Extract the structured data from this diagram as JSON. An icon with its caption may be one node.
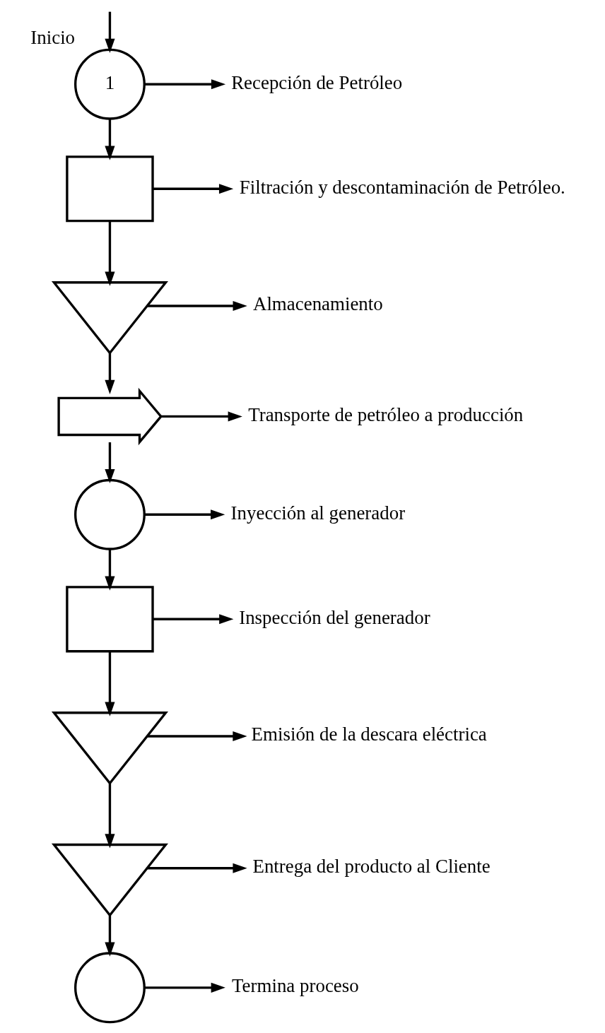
{
  "diagram": {
    "nodes": [
      {
        "text": [
          "1"
        ],
        "beside": [
          "Inicio"
        ]
      },
      {
        "text": [
          "Recepción de Petróleo"
        ]
      },
      {
        "text": [],
        "shape": "box"
      },
      {
        "text": [
          "Filtración y descontaminación de Petróleo."
        ]
      },
      {
        "text": [],
        "shape": "triangle"
      },
      {
        "text": [
          "Almacenamiento"
        ]
      },
      {
        "text": [],
        "shape": "arrow"
      },
      {
        "text": [
          "Transporte de petróleo a producción"
        ]
      },
      {
        "text": [],
        "shape": "circle"
      },
      {
        "text": [
          "Inyección al generador"
        ]
      },
      {
        "text": [],
        "shape": "box"
      },
      {
        "text": [
          "Inspección del generador"
        ]
      },
      {
        "text": [],
        "shape": "triangle"
      },
      {
        "text": [
          "Emisión de la descara eléctrica"
        ]
      },
      {
        "text": [],
        "shape": "triangle"
      },
      {
        "text": [
          "Entrega del producto al Cliente"
        ]
      },
      {
        "text": [],
        "shape": "circle"
      },
      {
        "text": [
          "Termina proceso"
        ]
      }
    ],
    "edges": [
      {
        "from": null,
        "to": 0,
        "arrow": "to"
      },
      {
        "from": 0,
        "to": 1,
        "arrow": "to"
      },
      {
        "from": 0,
        "to": 2,
        "arrow": "to"
      },
      {
        "from": 2,
        "to": 3,
        "arrow": "to"
      },
      {
        "from": 2,
        "to": 4,
        "arrow": "to"
      },
      {
        "from": 4,
        "to": 5,
        "arrow": "to"
      },
      {
        "from": 4,
        "to": 6,
        "arrow": "to"
      },
      {
        "from": 6,
        "to": 7,
        "arrow": "to"
      },
      {
        "from": 6,
        "to": 8,
        "arrow": "to"
      },
      {
        "from": 8,
        "to": 9,
        "arrow": "to"
      },
      {
        "from": 8,
        "to": 10,
        "arrow": "to"
      },
      {
        "from": 10,
        "to": 11,
        "arrow": "to"
      },
      {
        "from": 10,
        "to": 12,
        "arrow": "to"
      },
      {
        "from": 12,
        "to": 13,
        "arrow": "to"
      },
      {
        "from": 12,
        "to": 14,
        "arrow": "to"
      },
      {
        "from": 14,
        "to": 15,
        "arrow": "to"
      },
      {
        "from": 14,
        "to": 16,
        "arrow": "to"
      },
      {
        "from": 16,
        "to": 17,
        "arrow": "to"
      }
    ]
  }
}
